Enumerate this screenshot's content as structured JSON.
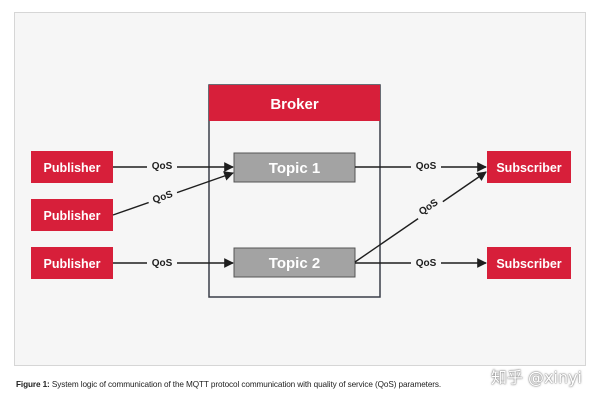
{
  "colors": {
    "accent_red": "#d71f3a",
    "topic_gray": "#a3a3a3",
    "panel_bg": "#f6f6f6",
    "line": "#1e1e1e",
    "broker_border": "#3a3f49"
  },
  "broker": {
    "label": "Broker"
  },
  "topics": [
    {
      "label": "Topic 1"
    },
    {
      "label": "Topic 2"
    }
  ],
  "publishers": [
    {
      "label": "Publisher"
    },
    {
      "label": "Publisher"
    },
    {
      "label": "Publisher"
    }
  ],
  "subscribers": [
    {
      "label": "Subscriber"
    },
    {
      "label": "Subscriber"
    }
  ],
  "edge_labels": {
    "qos": "QoS"
  },
  "caption": {
    "prefix": "Figure 1:",
    "text": " System logic of communication of the MQTT protocol communication with quality of service (QoS) parameters."
  },
  "watermark": {
    "text": "知乎 @xinyi"
  }
}
